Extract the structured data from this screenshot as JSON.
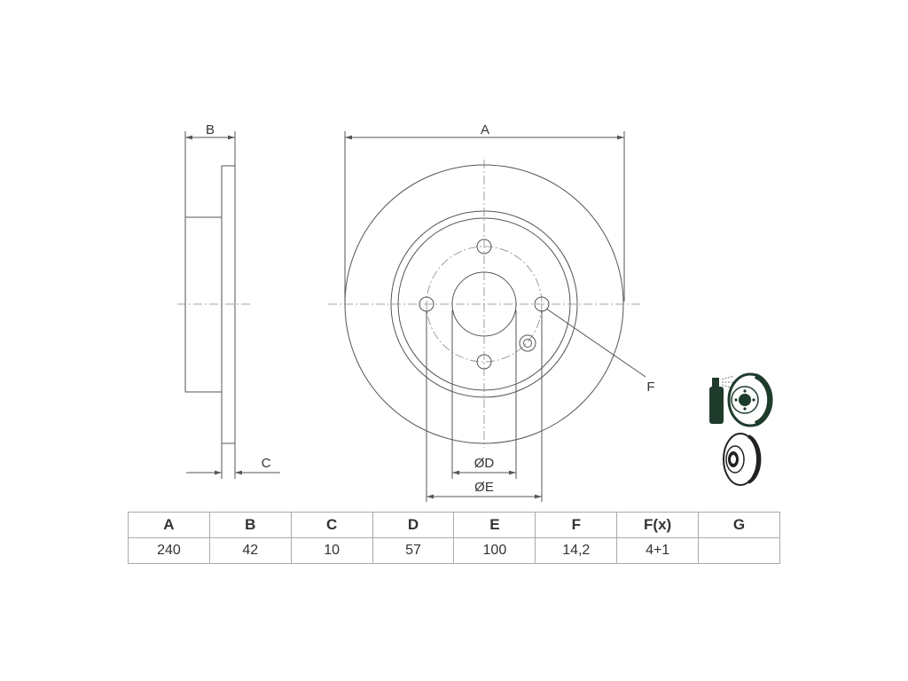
{
  "drawing": {
    "labels": {
      "A": "A",
      "B": "B",
      "C": "C",
      "D": "ØD",
      "E": "ØE",
      "F": "F"
    },
    "icons": [
      "disc-cleaning-spray-icon",
      "brake-disc-icon"
    ]
  },
  "table": {
    "headers": [
      "A",
      "B",
      "C",
      "D",
      "E",
      "F",
      "F(x)",
      "G"
    ],
    "values": [
      "240",
      "42",
      "10",
      "57",
      "100",
      "14,2",
      "4+1",
      ""
    ]
  }
}
